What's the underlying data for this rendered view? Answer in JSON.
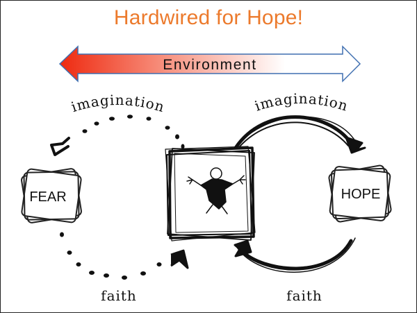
{
  "slide": {
    "title": "Hardwired for Hope!",
    "colors": {
      "title": "#ec7a2c",
      "arrow_red": "#ee2a10",
      "arrow_outline": "#3f6fb0"
    }
  },
  "diagram": {
    "environment_label": "Environment",
    "left_box_label": "FEAR",
    "right_box_label": "HOPE",
    "top_left_label": "imagination",
    "top_right_label": "imagination",
    "bottom_left_label": "faith",
    "bottom_right_label": "faith",
    "center_icon": "person-jumping-icon"
  }
}
